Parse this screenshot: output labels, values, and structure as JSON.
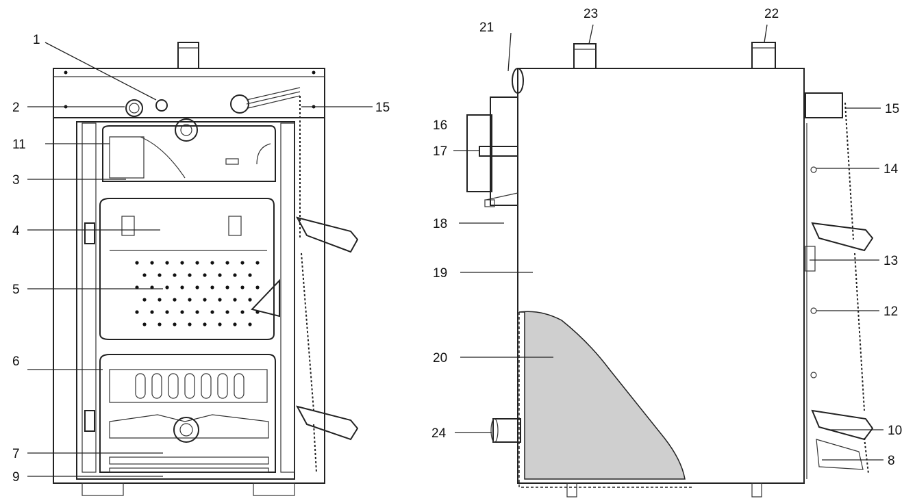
{
  "callouts": [
    {
      "id": "1",
      "text": "1"
    },
    {
      "id": "2",
      "text": "2"
    },
    {
      "id": "3",
      "text": "3"
    },
    {
      "id": "4",
      "text": "4"
    },
    {
      "id": "5",
      "text": "5"
    },
    {
      "id": "6",
      "text": "6"
    },
    {
      "id": "7",
      "text": "7"
    },
    {
      "id": "8",
      "text": "8"
    },
    {
      "id": "9",
      "text": "9"
    },
    {
      "id": "10",
      "text": "10"
    },
    {
      "id": "11",
      "text": "11"
    },
    {
      "id": "12",
      "text": "12"
    },
    {
      "id": "13",
      "text": "13"
    },
    {
      "id": "14",
      "text": "14"
    },
    {
      "id": "15a",
      "text": "15"
    },
    {
      "id": "15b",
      "text": "15"
    },
    {
      "id": "16",
      "text": "16"
    },
    {
      "id": "17",
      "text": "17"
    },
    {
      "id": "18",
      "text": "18"
    },
    {
      "id": "19",
      "text": "19"
    },
    {
      "id": "20",
      "text": "20"
    },
    {
      "id": "21",
      "text": "21"
    },
    {
      "id": "22",
      "text": "22"
    },
    {
      "id": "23",
      "text": "23"
    },
    {
      "id": "24",
      "text": "24"
    }
  ],
  "colors": {
    "line": "#222222",
    "cutaway_fill": "#cfcfcf",
    "background": "#ffffff"
  }
}
